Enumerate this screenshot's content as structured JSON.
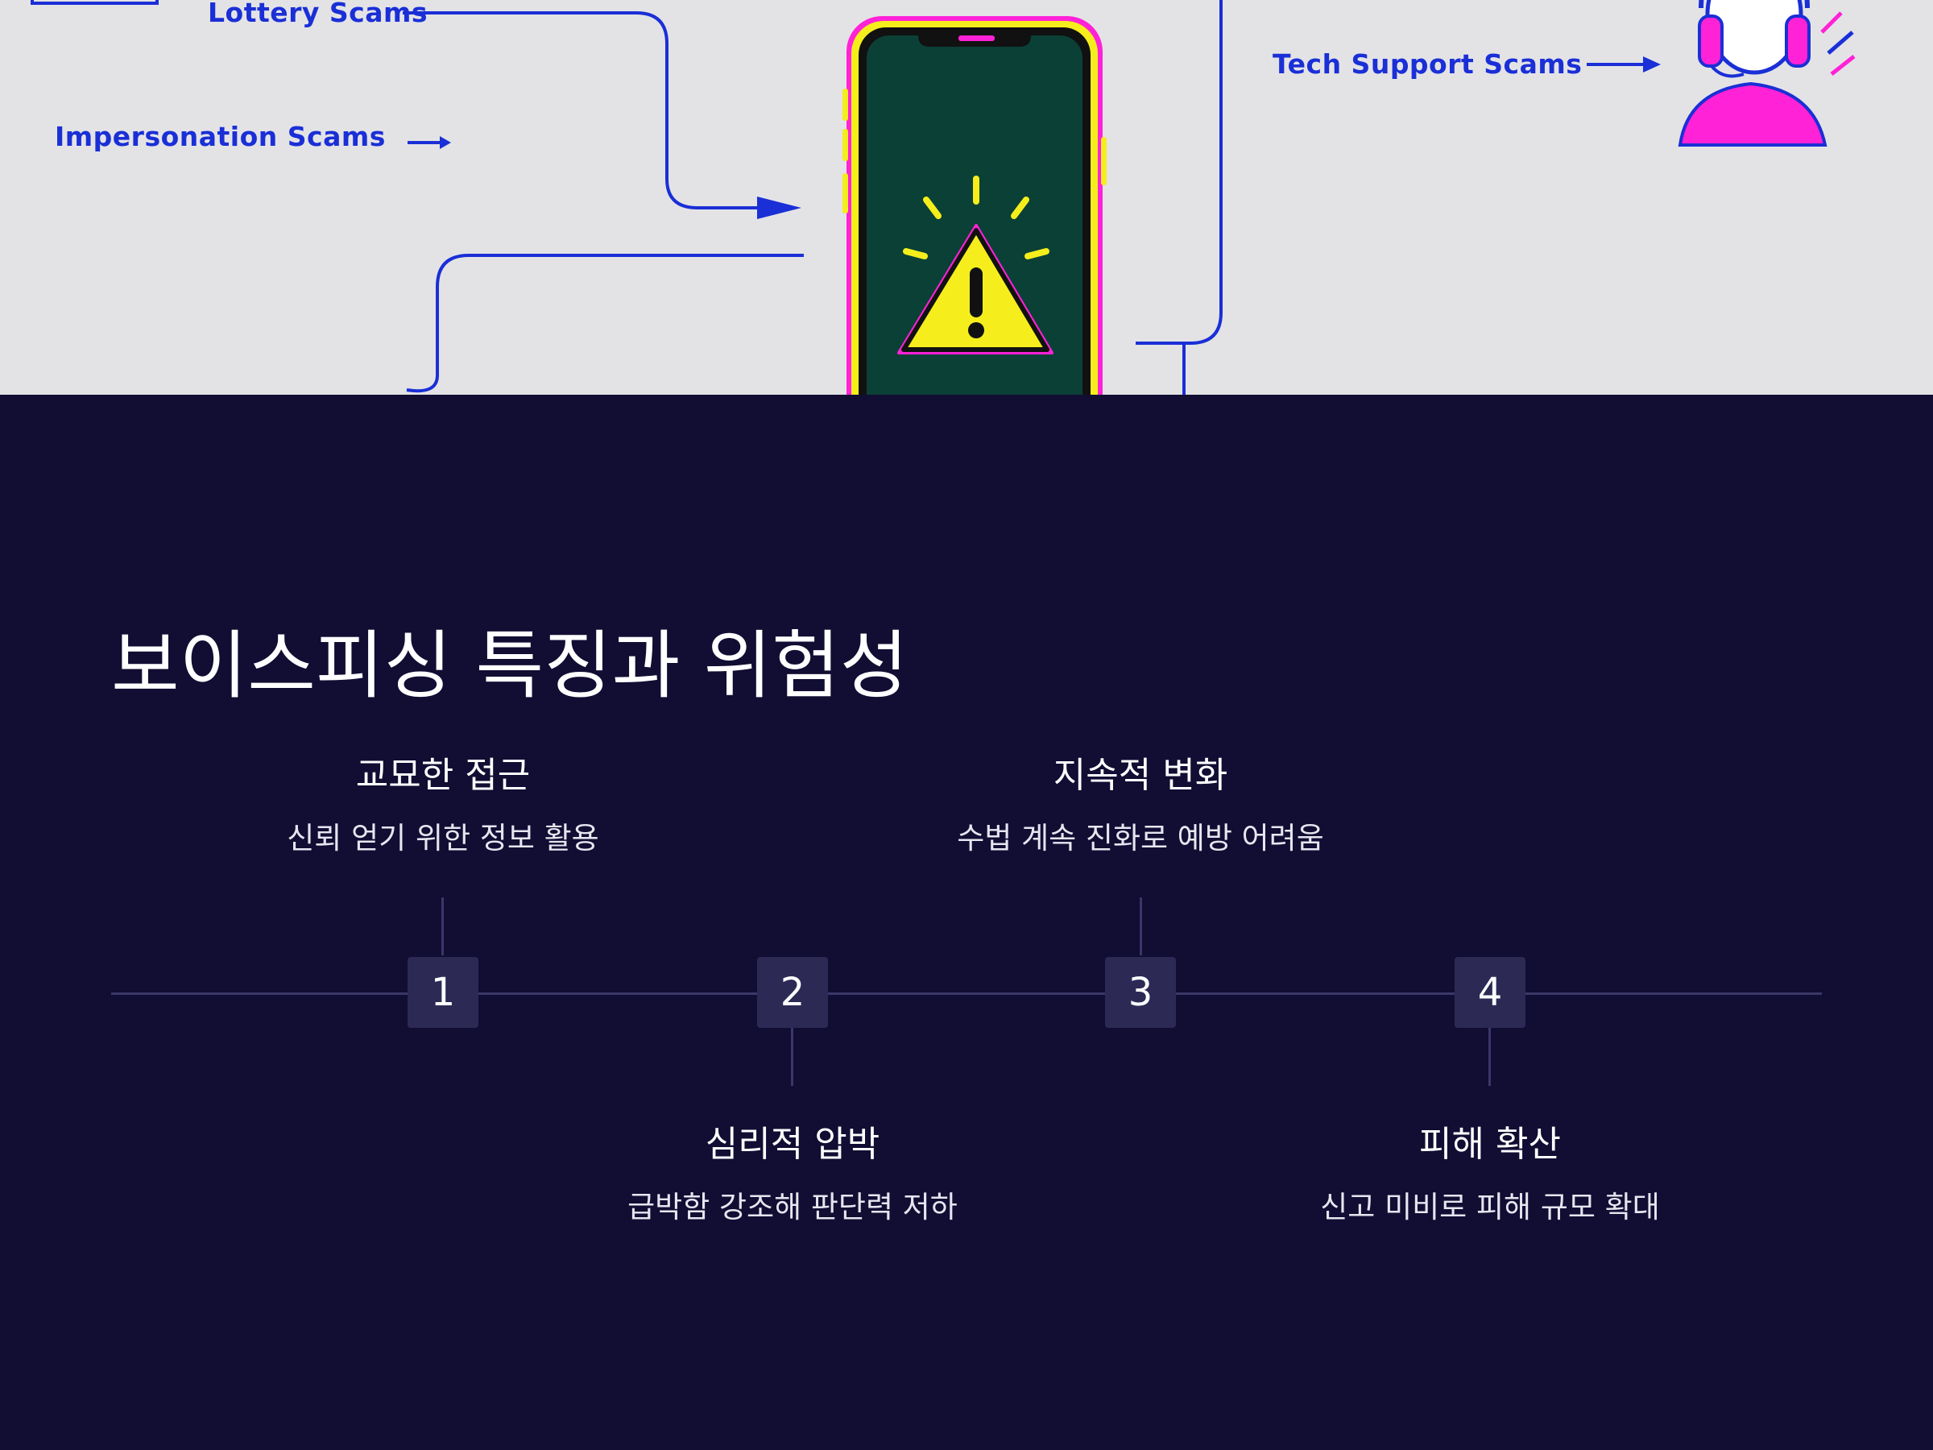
{
  "hero": {
    "labels": {
      "lottery": "Lottery Scams",
      "impersonation": "Impersonation Scams",
      "tech_support": "Tech Support Scams"
    },
    "colors": {
      "background": "#e3e3e6",
      "line": "#1a2fd6",
      "phone_screen": "#0b4036",
      "warning": "#f5ee1c",
      "accent": "#ff22d6"
    }
  },
  "title": "보이스피싱 특징과 위험성",
  "steps": [
    {
      "number": "1",
      "title": "교묘한 접근",
      "description": "신뢰 얻기 위한 정보 활용"
    },
    {
      "number": "2",
      "title": "심리적 압박",
      "description": "급박함 강조해 판단력 저하"
    },
    {
      "number": "3",
      "title": "지속적 변화",
      "description": "수법 계속 진화로 예방 어려움"
    },
    {
      "number": "4",
      "title": "피해 확산",
      "description": "신고 미비로 피해 규모 확대"
    }
  ],
  "colors": {
    "page_background": "#110d33",
    "timeline": "#3b3768",
    "marker": "#2c2a55",
    "text": "#ffffff"
  }
}
